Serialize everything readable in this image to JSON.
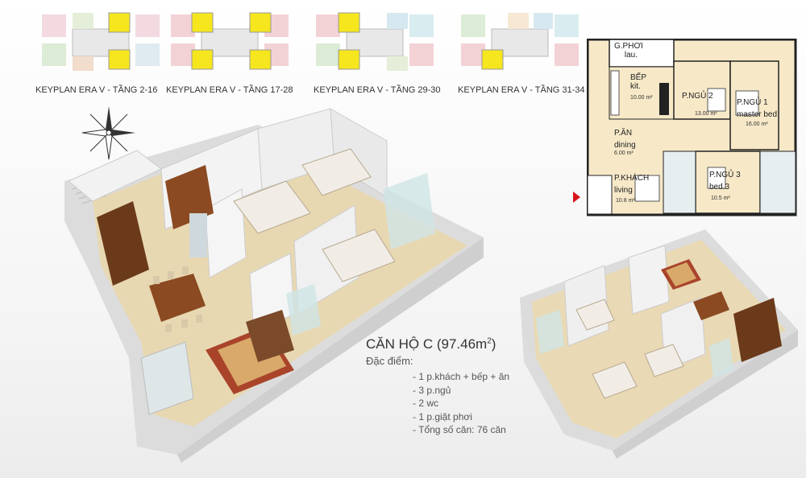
{
  "keyplans": [
    {
      "label": "KEYPLAN ERA V - TẦNG 2-16"
    },
    {
      "label": "KEYPLAN ERA V - TẦNG 17-28"
    },
    {
      "label": "KEYPLAN ERA V  - TẦNG 29-30"
    },
    {
      "label": "KEYPLAN ERA V - TẦNG 31-34"
    }
  ],
  "floorplan": {
    "rooms": [
      {
        "name": "G.PHƠI",
        "sub": "lau."
      },
      {
        "name": "BẾP",
        "sub": "kit.",
        "area": "10.00 m²"
      },
      {
        "name": "P.NGỦ 2",
        "area": "13.00 m²"
      },
      {
        "name": "P.NGỦ 1",
        "sub": "master bed",
        "area": "16.00 m²"
      },
      {
        "name": "P.ĂN",
        "sub": "dining",
        "area": "6.00 m²"
      },
      {
        "name": "P.KHÁCH",
        "sub": "living",
        "area": "10.8 m²"
      },
      {
        "name": "P.NGỦ 3",
        "sub": "bed.3",
        "area": "10.5 m²"
      }
    ]
  },
  "apartment": {
    "title": "CĂN HỘ C (97.46m",
    "title_sup": "2",
    "title_close": ")",
    "features_label": "Đặc điểm:",
    "features": [
      "- 1 p.khách + bếp + ăn",
      "- 3 p.ngủ",
      "- 2 wc",
      "- 1 p.giặt phơi",
      "- Tổng số căn: 76 căn"
    ]
  },
  "colors": {
    "highlight_unit": "#f5e61e",
    "arrow": "#d8141c",
    "wall": "#f2f2f2",
    "wood": "#8b4a22",
    "floor": "#e9d9b4"
  }
}
